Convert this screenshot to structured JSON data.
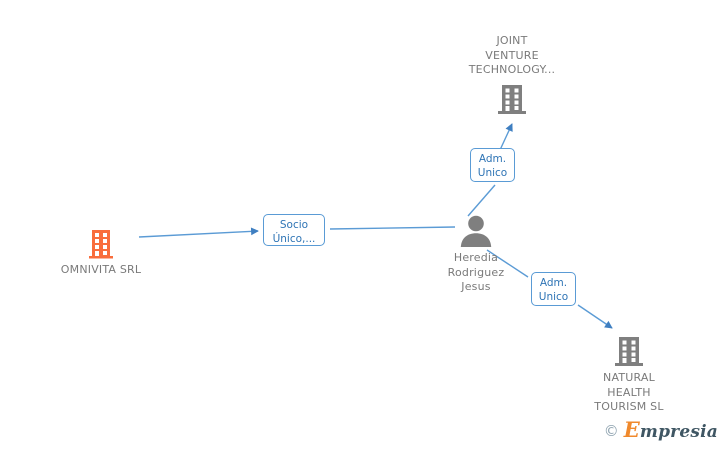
{
  "diagram": {
    "type": "corporate-relationship-graph",
    "colors": {
      "highlight_orange": "#f96d3c",
      "entity_gray": "#7f7f7f",
      "connector_blue": "#5b9bd5",
      "label_text_blue": "#2e74b5",
      "node_label_gray": "#7a7a7a"
    },
    "nodes": [
      {
        "id": "omnivita",
        "label": "OMNIVITA SRL",
        "icon": "company-building-icon",
        "icon_color": "#f96d3c",
        "kind": "company",
        "highlighted": true
      },
      {
        "id": "joint-venture",
        "label": "JOINT\nVENTURE\nTECHNOLOGY...",
        "icon": "company-building-icon",
        "icon_color": "#7f7f7f",
        "kind": "company",
        "highlighted": false
      },
      {
        "id": "person",
        "label": "Heredia\nRodriguez\nJesus",
        "icon": "person-avatar-icon",
        "icon_color": "#7f7f7f",
        "kind": "person",
        "highlighted": false
      },
      {
        "id": "natural-health",
        "label": "NATURAL\nHEALTH\nTOURISM  SL",
        "icon": "company-building-icon",
        "icon_color": "#7f7f7f",
        "kind": "company",
        "highlighted": false
      }
    ],
    "edges": [
      {
        "id": "edge-socio-unico",
        "from": "person",
        "to": "omnivita",
        "label": "Socio\nÚnico,..."
      },
      {
        "id": "edge-adm-unico-joint-venture",
        "from": "person",
        "to": "joint-venture",
        "label": "Adm.\nUnico"
      },
      {
        "id": "edge-adm-unico-natural-health",
        "from": "person",
        "to": "natural-health",
        "label": "Adm.\nUnico"
      }
    ]
  },
  "watermark": {
    "copyright": "©",
    "brand_first_letter": "E",
    "brand_rest": "mpresia"
  }
}
